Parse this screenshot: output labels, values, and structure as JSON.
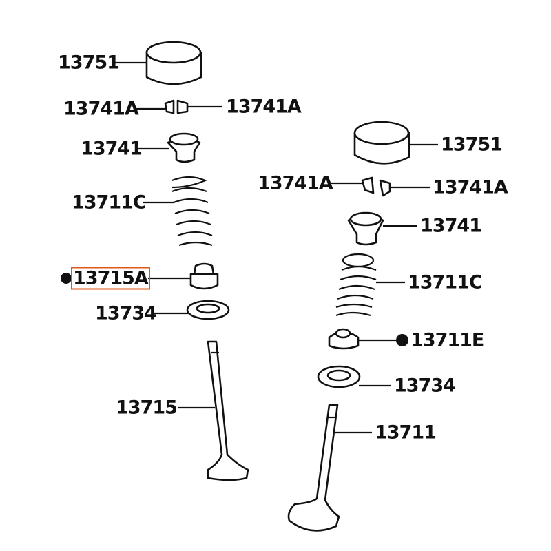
{
  "labels": {
    "left": {
      "lifter": "13751",
      "keeper_left": "13741A",
      "keeper_right": "13741A",
      "retainer": "13741",
      "spring": "13711C",
      "seal": "13715A",
      "seat": "13734",
      "valve": "13715"
    },
    "right": {
      "lifter": "13751",
      "keeper_left": "13741A",
      "keeper_right": "13741A",
      "retainer": "13741",
      "spring": "13711C",
      "seal": "13711E",
      "seat": "13734",
      "valve": "13711"
    }
  },
  "colors": {
    "line": "#111111",
    "highlight": "#e2571a",
    "background": "#ffffff"
  },
  "highlighted_part": "13715A"
}
